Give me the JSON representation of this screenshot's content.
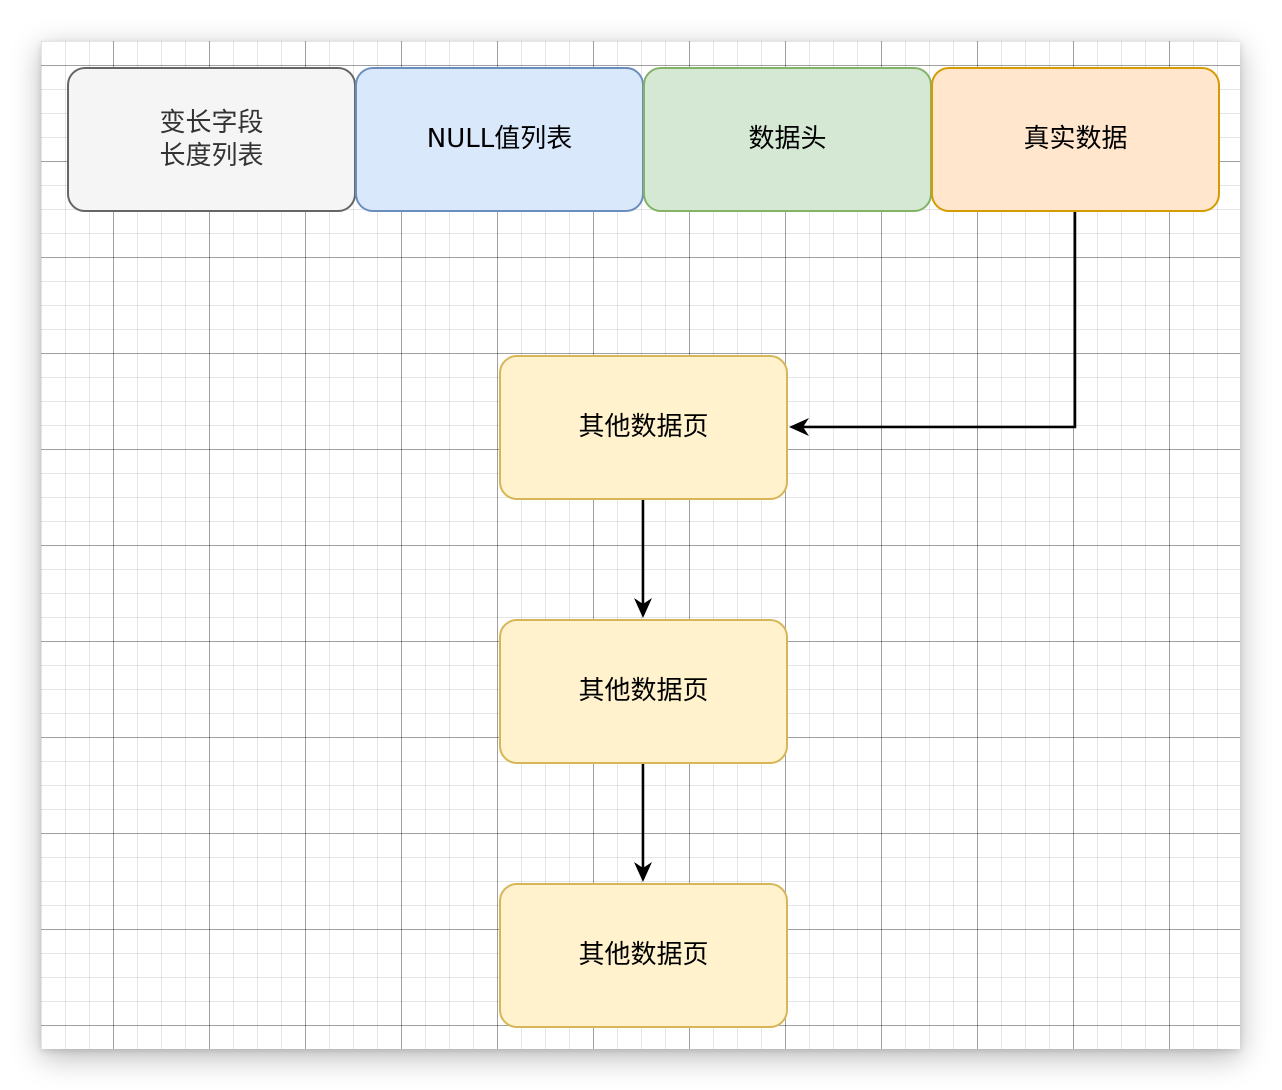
{
  "diagram": {
    "row_nodes": [
      {
        "id": "var-length-list",
        "label": "变长字段\n长度列表",
        "fill": "#f5f5f5",
        "stroke": "#666666",
        "text_color": "#333333"
      },
      {
        "id": "null-list",
        "label": "NULL值列表",
        "fill": "#dae8fc",
        "stroke": "#6c8ebf",
        "text_color": "#000000"
      },
      {
        "id": "data-header",
        "label": "数据头",
        "fill": "#d5e8d4",
        "stroke": "#82b366",
        "text_color": "#000000"
      },
      {
        "id": "real-data",
        "label": "真实数据",
        "fill": "#ffe6cc",
        "stroke": "#d79b00",
        "text_color": "#000000"
      }
    ],
    "overflow_pages": [
      {
        "id": "overflow-page-1",
        "label": "其他数据页",
        "fill": "#fff2cc",
        "stroke": "#d6b656"
      },
      {
        "id": "overflow-page-2",
        "label": "其他数据页",
        "fill": "#fff2cc",
        "stroke": "#d6b656"
      },
      {
        "id": "overflow-page-3",
        "label": "其他数据页",
        "fill": "#fff2cc",
        "stroke": "#d6b656"
      }
    ],
    "edges": [
      {
        "from": "real-data",
        "to": "overflow-page-1"
      },
      {
        "from": "overflow-page-1",
        "to": "overflow-page-2"
      },
      {
        "from": "overflow-page-2",
        "to": "overflow-page-3"
      }
    ],
    "edge_color": "#000000"
  }
}
